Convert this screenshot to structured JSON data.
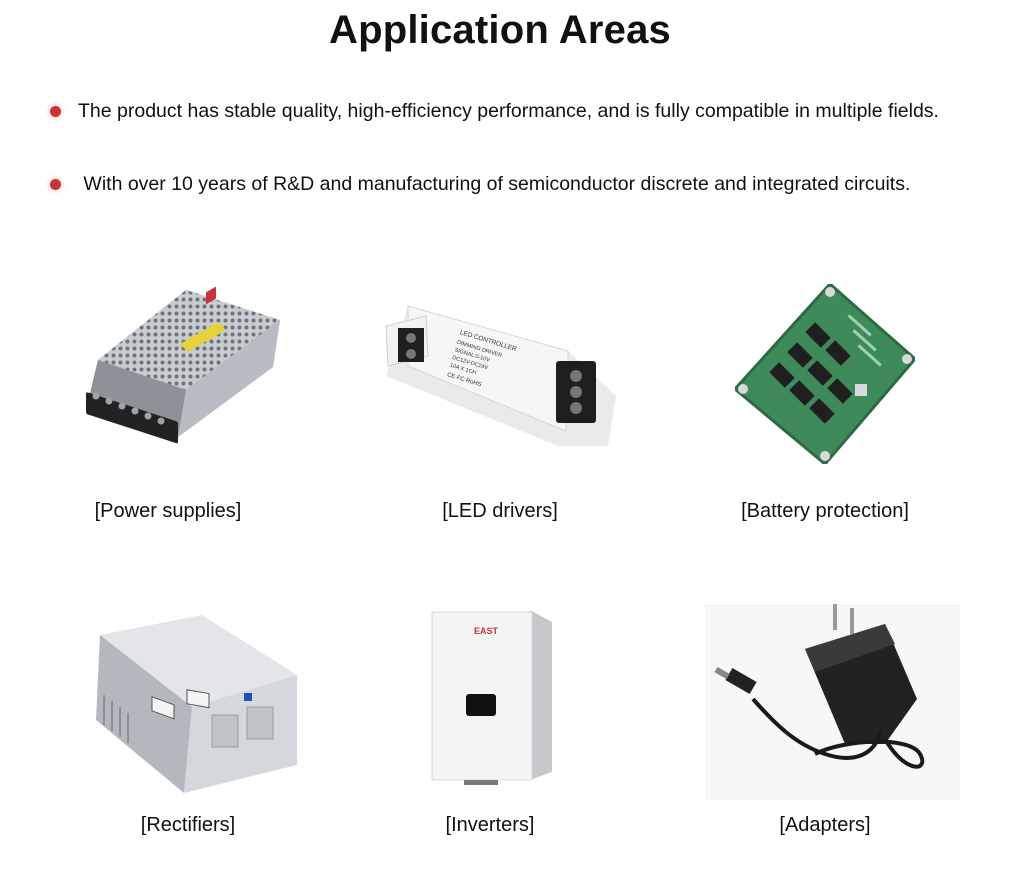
{
  "title": "Application Areas",
  "bullets": [
    "The product has stable quality, high-efficiency performance, and is fully compatible in multiple fields.",
    " With over 10 years of R&D and manufacturing of semiconductor discrete and integrated circuits."
  ],
  "products": [
    {
      "caption": "[Power supplies]",
      "icon": "power-supply-icon"
    },
    {
      "caption": "[LED drivers]",
      "icon": "led-driver-icon"
    },
    {
      "caption": "[Battery protection]",
      "icon": "battery-protection-board-icon"
    },
    {
      "caption": "[Rectifiers]",
      "icon": "rectifier-cabinet-icon"
    },
    {
      "caption": "[Inverters]",
      "icon": "inverter-icon"
    },
    {
      "caption": "[Adapters]",
      "icon": "power-adapter-icon"
    }
  ],
  "colors": {
    "bullet": "#c8323a",
    "text": "#111111",
    "background": "#ffffff"
  },
  "image_text": {
    "led_label": [
      "LED CONTROLLER",
      "DIMMING DRIVER",
      "SIGNAL:0-10V",
      "DC12V-DC24V",
      "10A X 1CH",
      "CE FC RoHS"
    ],
    "inverter_brand": "EAST"
  }
}
